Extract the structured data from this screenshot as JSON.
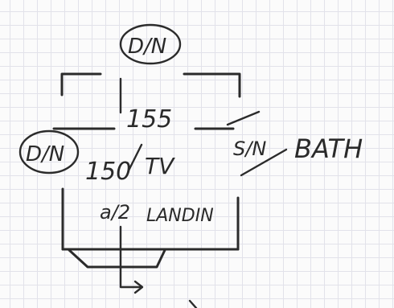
{
  "labels": {
    "top_door": "D/N",
    "left_door": "D/N",
    "number_155": "155",
    "number_150": "150",
    "tv": "TV",
    "code_a2": "a/2",
    "landing": "LANDIN",
    "side_door": "S/N",
    "room": "BATH"
  }
}
